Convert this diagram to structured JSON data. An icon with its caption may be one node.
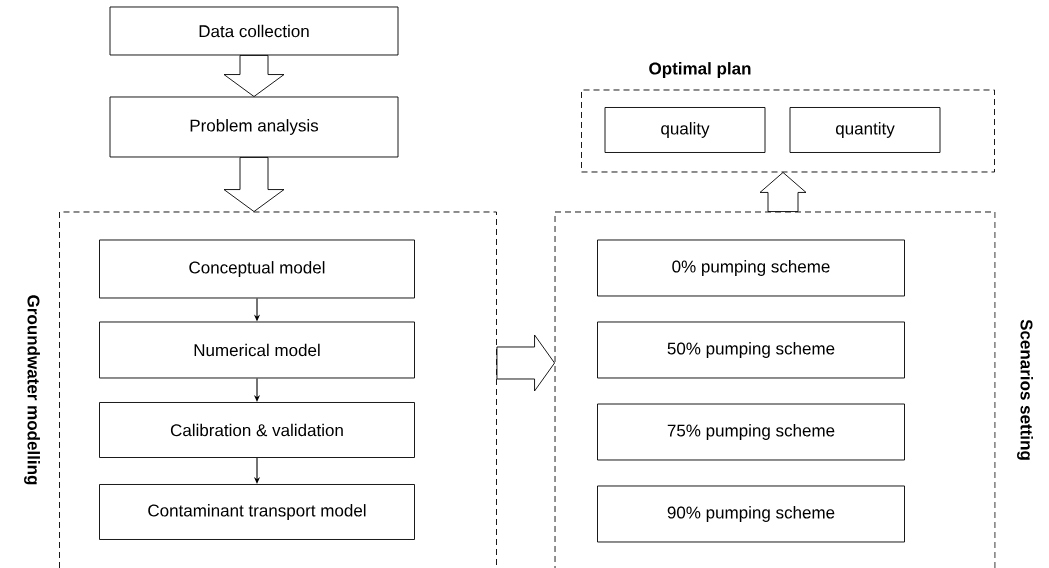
{
  "diagram": {
    "nodes": [
      {
        "text": [
          "Data collection"
        ]
      },
      {
        "text": [
          "Problem analysis"
        ]
      },
      {
        "text": [
          "Groundwater modelling"
        ]
      },
      {
        "text": [
          "Conceptual model"
        ],
        "in": 2
      },
      {
        "text": [
          "Numerical model"
        ],
        "in": 2
      },
      {
        "text": [
          "Calibration & validation"
        ],
        "in": 2
      },
      {
        "text": [
          "Contaminant transport model"
        ],
        "in": 2
      },
      {
        "text": [
          "Scenarios setting"
        ]
      },
      {
        "text": [
          "0% pumping scheme"
        ],
        "in": 7
      },
      {
        "text": [
          "50% pumping scheme"
        ],
        "in": 7
      },
      {
        "text": [
          "75% pumping scheme"
        ],
        "in": 7
      },
      {
        "text": [
          "90% pumping scheme"
        ],
        "in": 7
      },
      {
        "text": [
          "Optimal plan"
        ]
      },
      {
        "text": [
          "quality"
        ],
        "in": 12
      },
      {
        "text": [
          "quantity"
        ],
        "in": 12
      }
    ],
    "edges": [
      {
        "from": 0,
        "to": 1,
        "arrow": "to",
        "style": "thick"
      },
      {
        "from": 1,
        "to": 2,
        "arrow": "to",
        "style": "thick"
      },
      {
        "from": 3,
        "to": 4,
        "arrow": "to"
      },
      {
        "from": 4,
        "to": 5,
        "arrow": "to"
      },
      {
        "from": 5,
        "to": 6,
        "arrow": "to"
      },
      {
        "from": 2,
        "to": 7,
        "arrow": "to",
        "style": "thick"
      },
      {
        "from": 7,
        "to": 12,
        "arrow": "to",
        "style": "thick"
      }
    ]
  }
}
